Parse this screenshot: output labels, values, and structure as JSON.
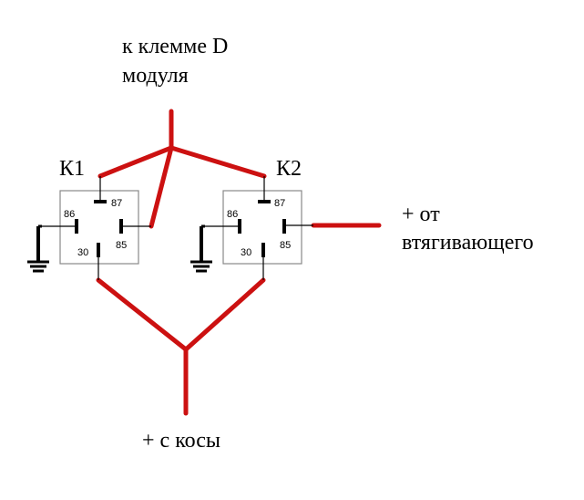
{
  "labels": {
    "top_line1": "к клемме D",
    "top_line2": "модуля",
    "relay1": "К1",
    "relay2": "К2",
    "right_line1": "+ от",
    "right_line2": "втягивающего",
    "bottom": "+ с косы"
  },
  "pins": {
    "p86": "86",
    "p87": "87",
    "p30": "30",
    "p85": "85"
  },
  "colors": {
    "wire": "#cc1111",
    "relay_box": "#888888",
    "contact": "#000000",
    "text": "#000000"
  }
}
